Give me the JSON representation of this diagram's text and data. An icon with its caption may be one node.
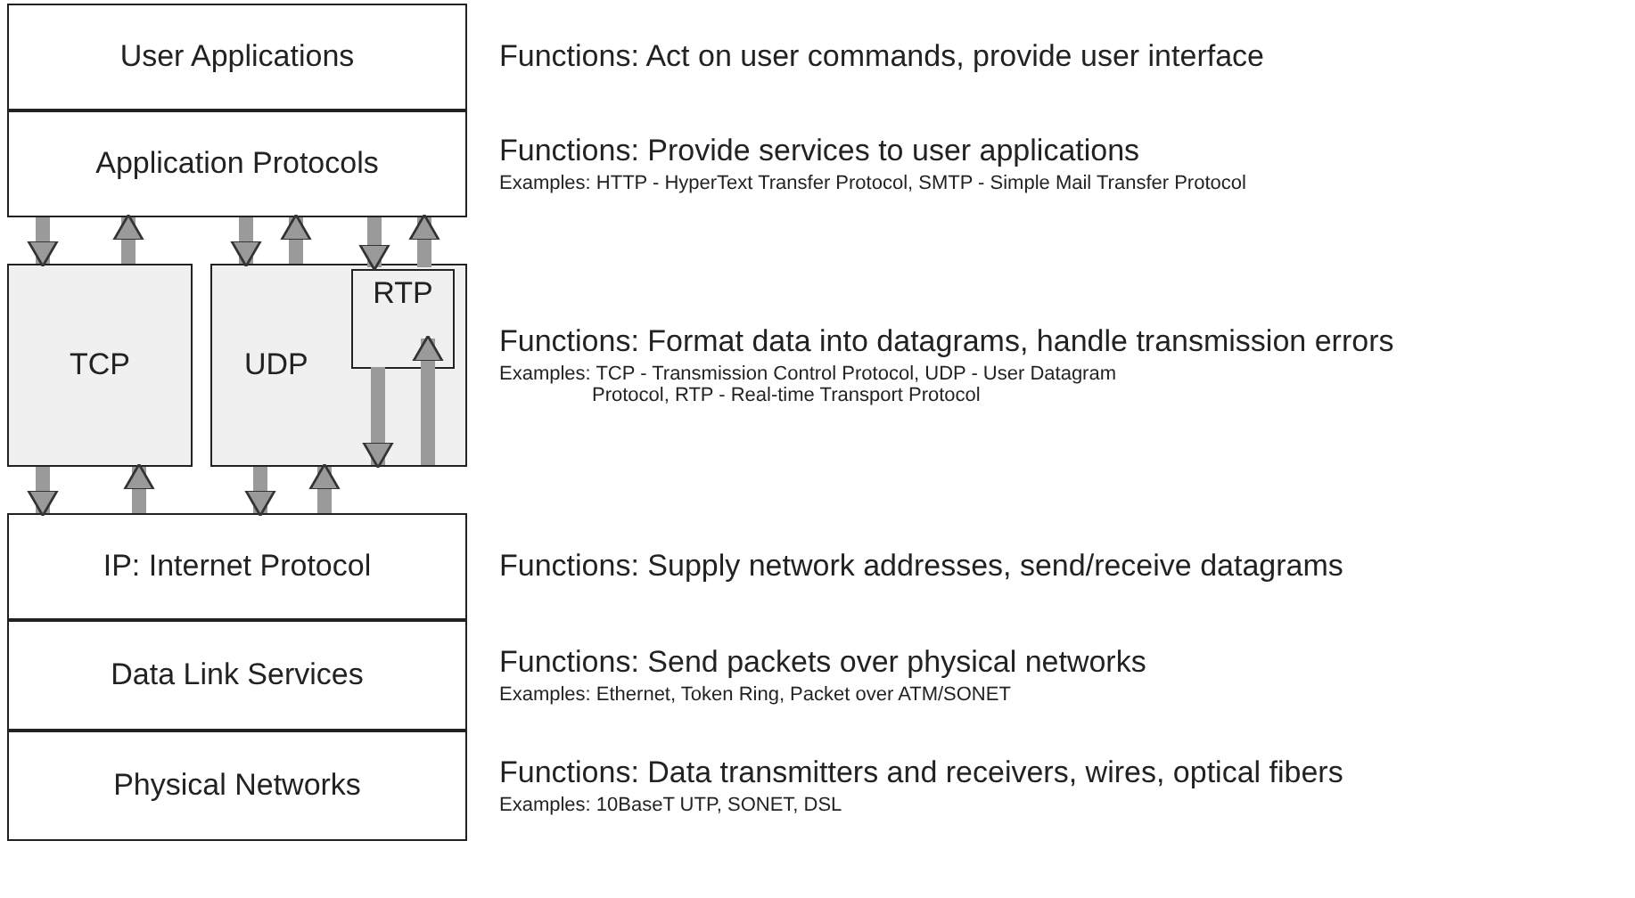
{
  "diagram": {
    "nodes": [
      {
        "text": [
          "User Applications"
        ],
        "beside": [
          "Functions: Act on user commands, provide user interface"
        ]
      },
      {
        "text": [
          "Application Protocols"
        ],
        "beside": [
          "Functions: Provide services to user applications",
          "Examples: HTTP - HyperText Transfer Protocol, SMTP - Simple Mail Transfer Protocol"
        ]
      },
      {
        "text": [
          "TCP"
        ]
      },
      {
        "text": [
          "UDP"
        ]
      },
      {
        "text": [
          "RTP"
        ],
        "in": 3
      },
      {
        "text": [
          "IP: Internet Protocol"
        ],
        "beside": [
          "Functions: Supply network addresses, send/receive datagrams"
        ]
      },
      {
        "text": [
          "Data Link Services"
        ],
        "beside": [
          "Functions: Send packets over physical networks",
          "Examples: Ethernet, Token Ring, Packet over ATM/SONET"
        ]
      },
      {
        "text": [
          "Physical Networks"
        ],
        "beside": [
          "Functions: Data transmitters and receivers, wires, optical fibers",
          "Examples: 10BaseT UTP, SONET, DSL"
        ]
      }
    ],
    "edges": [
      {
        "from": 1,
        "to": 2,
        "arrow": "to"
      },
      {
        "from": 2,
        "to": 1,
        "arrow": "to"
      },
      {
        "from": 1,
        "to": 3,
        "arrow": "to"
      },
      {
        "from": 3,
        "to": 1,
        "arrow": "to"
      },
      {
        "from": 1,
        "to": 4,
        "arrow": "to"
      },
      {
        "from": 4,
        "to": 1,
        "arrow": "to"
      },
      {
        "from": 4,
        "to": 3,
        "arrow": "to"
      },
      {
        "from": 3,
        "to": 4,
        "arrow": "to"
      },
      {
        "from": 2,
        "to": 5,
        "arrow": "to"
      },
      {
        "from": 5,
        "to": 2,
        "arrow": "to"
      },
      {
        "from": 3,
        "to": 5,
        "arrow": "to"
      },
      {
        "from": 5,
        "to": 3,
        "arrow": "to"
      }
    ],
    "labels": [
      "Functions: Format data into datagrams, handle transmission errors",
      "Examples: TCP - Transmission Control Protocol, UDP - User Datagram Protocol, RTP - Real-time Transport Protocol"
    ]
  }
}
